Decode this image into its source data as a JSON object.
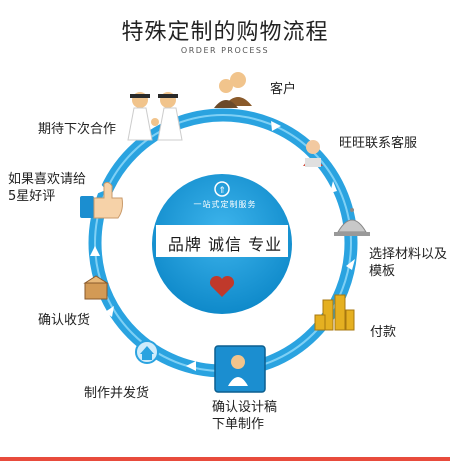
{
  "header": {
    "title": "特殊定制的购物流程",
    "subtitle": "ORDER PROCESS"
  },
  "center": {
    "badge_text": "一站式定制服务",
    "slogan": "品牌  诚信  专业",
    "heart_icon": "heart-icon"
  },
  "steps": [
    {
      "label": "客户",
      "icon": "customer-people-icon"
    },
    {
      "label": "旺旺联系客服",
      "icon": "customer-service-icon"
    },
    {
      "label_line1": "选择材料以及",
      "label_line2": "模板",
      "icon": "service-bell-icon"
    },
    {
      "label": "付款",
      "icon": "gold-coins-icon"
    },
    {
      "label_line1": "确认设计稿",
      "label_line2": "下单制作",
      "icon": "design-tablet-icon"
    },
    {
      "label": "制作并发货",
      "icon": "delivery-house-icon"
    },
    {
      "label": "确认收货",
      "icon": "parcel-box-icon"
    },
    {
      "label_line1": "如果喜欢请给",
      "label_line2": "5星好评",
      "icon": "thumbs-up-icon"
    },
    {
      "label": "期待下次合作",
      "icon": "handshake-icon"
    }
  ],
  "colors": {
    "ring": "#2aa3e0",
    "center_circle": "#1a9ad6",
    "banner": "#ffffff",
    "heart": "#c0392b",
    "accent": "#e84b3c"
  }
}
